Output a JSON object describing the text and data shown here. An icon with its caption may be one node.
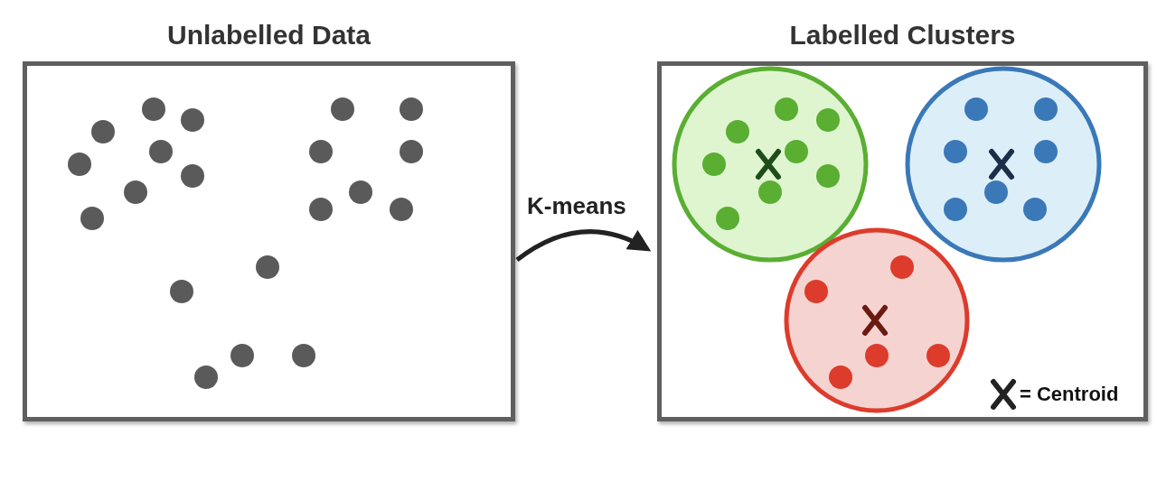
{
  "diagram": {
    "nodes": [
      {
        "text": [
          "Unlabelled Data"
        ]
      },
      {
        "text": [
          "Labelled Clusters"
        ]
      }
    ],
    "edges": [
      {
        "from": 0,
        "to": 1,
        "arrow": "to",
        "label": "K-means"
      }
    ],
    "legend": [
      {
        "text": "= Centroid"
      }
    ]
  }
}
